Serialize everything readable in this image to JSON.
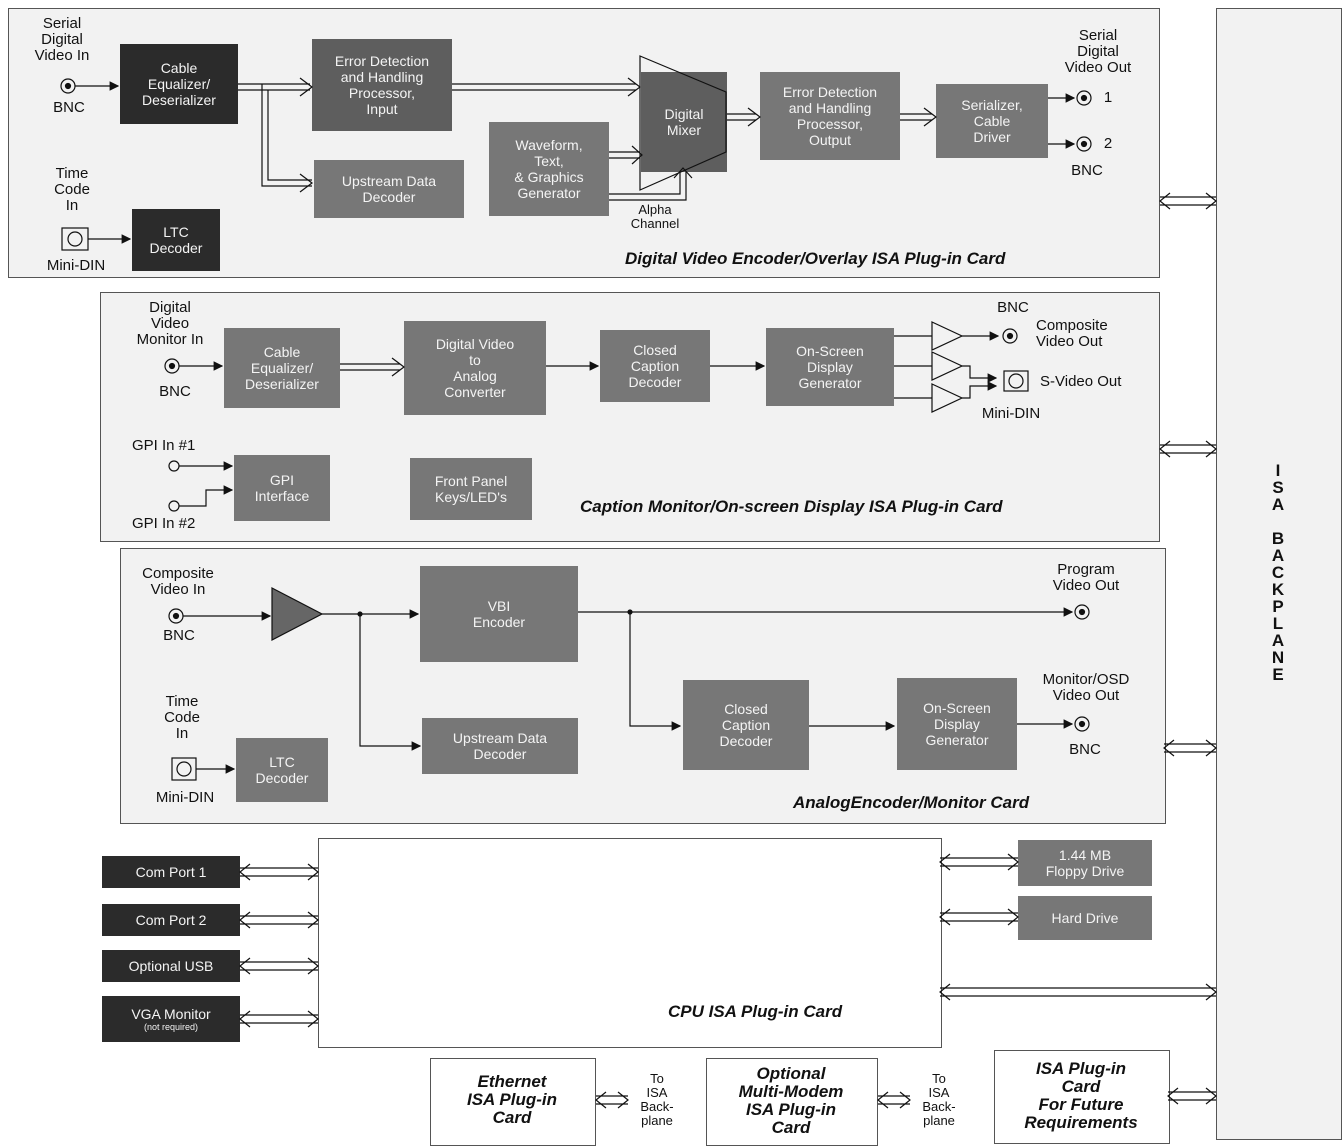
{
  "backplane": {
    "letters": "I\nS\nA\n\nB\nA\nC\nK\nP\nL\nA\nN\nE"
  },
  "card1": {
    "title": "Digital Video Encoder/Overlay ISA Plug-in Card",
    "serial_in": "Serial\nDigital\nVideo In",
    "bnc": "BNC",
    "time_code_in": "Time\nCode\nIn",
    "mini_din": "Mini-DIN",
    "cable_eq": "Cable\nEqualizer/\nDeserializer",
    "err_input": "Error Detection\nand Handling\nProcessor,\nInput",
    "upstream": "Upstream Data\nDecoder",
    "ltc": "LTC\nDecoder",
    "waveform": "Waveform,\nText,\n& Graphics\nGenerator",
    "mixer": "Digital\nMixer",
    "alpha": "Alpha\nChannel",
    "err_output": "Error Detection\nand Handling\nProcessor,\nOutput",
    "serializer": "Serializer,\nCable\nDriver",
    "serial_out": "Serial\nDigital\nVideo Out",
    "out1": "1",
    "out2": "2",
    "bnc_out": "BNC"
  },
  "card2": {
    "title": "Caption Monitor/On-screen Display ISA Plug-in Card",
    "dig_mon_in": "Digital\nVideo\nMonitor In",
    "bnc": "BNC",
    "cable_eq": "Cable\nEqualizer/\nDeserializer",
    "dac": "Digital Video\nto\nAnalog\nConverter",
    "cc_decoder": "Closed\nCaption\nDecoder",
    "osd": "On-Screen\nDisplay\nGenerator",
    "bnc_top": "BNC",
    "composite_out": "Composite\nVideo Out",
    "svideo_out": "S-Video Out",
    "mini_din": "Mini-DIN",
    "gpi1": "GPI In #1",
    "gpi2": "GPI In #2",
    "gpi_interface": "GPI\nInterface",
    "front_panel": "Front Panel\nKeys/LED's"
  },
  "card3": {
    "title": "AnalogEncoder/Monitor Card",
    "composite_in": "Composite\nVideo In",
    "bnc": "BNC",
    "vbi": "VBI\nEncoder",
    "program_out": "Program\nVideo Out",
    "time_code_in": "Time\nCode\nIn",
    "mini_din": "Mini-DIN",
    "ltc": "LTC\nDecoder",
    "upstream": "Upstream Data\nDecoder",
    "cc_decoder": "Closed\nCaption\nDecoder",
    "osd": "On-Screen\nDisplay\nGenerator",
    "monitor_out": "Monitor/OSD\nVideo Out",
    "bnc_out": "BNC"
  },
  "cpu": {
    "title": "CPU ISA Plug-in Card",
    "com1": "Com Port 1",
    "com2": "Com Port 2",
    "usb": "Optional USB",
    "vga": "VGA Monitor",
    "vga_note": "(not required)",
    "floppy": "1.44 MB\nFloppy Drive",
    "hdd": "Hard Drive"
  },
  "bottom": {
    "ethernet": "Ethernet\nISA Plug-in\nCard",
    "to_isa_1": "To\nISA\nBack-\nplane",
    "modem": "Optional\nMulti-Modem\nISA Plug-in\nCard",
    "to_isa_2": "To\nISA\nBack-\nplane",
    "future": "ISA Plug-in\nCard\nFor Future\nRequirements"
  }
}
